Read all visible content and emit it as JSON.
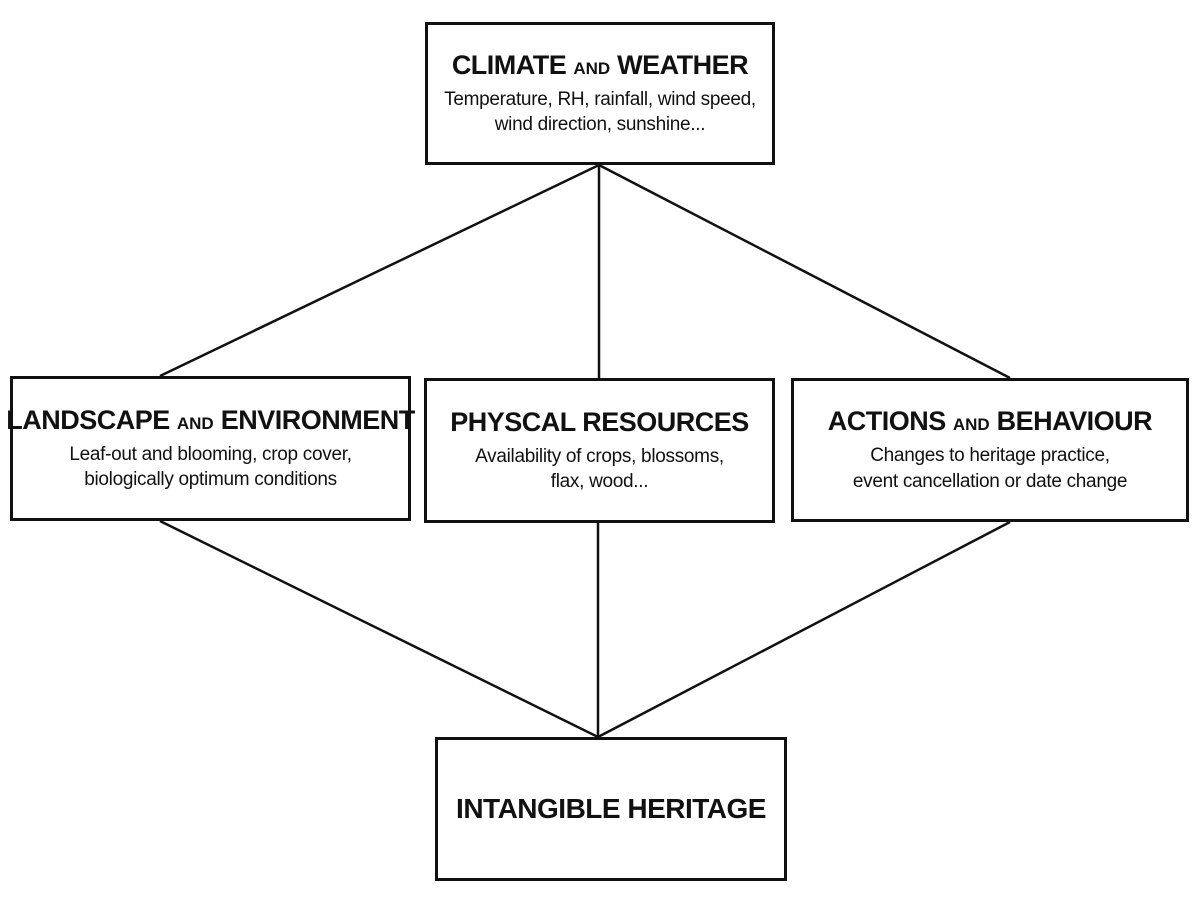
{
  "climate": {
    "title_a": "CLIMATE",
    "title_and": "AND",
    "title_b": "WEATHER",
    "line1": "Temperature, RH, rainfall, wind speed,",
    "line2": "wind direction, sunshine..."
  },
  "landscape": {
    "title_a": "LANDSCAPE",
    "title_and": "AND",
    "title_b": "ENVIRONMENT",
    "line1": "Leaf-out and blooming, crop cover,",
    "line2": "biologically optimum conditions"
  },
  "physical": {
    "title": "PHYSCAL RESOURCES",
    "line1": "Availability of crops, blossoms,",
    "line2": "flax, wood..."
  },
  "actions": {
    "title_a": "ACTIONS",
    "title_and": "AND",
    "title_b": "BEHAVIOUR",
    "line1": "Changes to heritage practice,",
    "line2": "event cancellation or date change"
  },
  "heritage": {
    "title": "INTANGIBLE HERITAGE"
  }
}
